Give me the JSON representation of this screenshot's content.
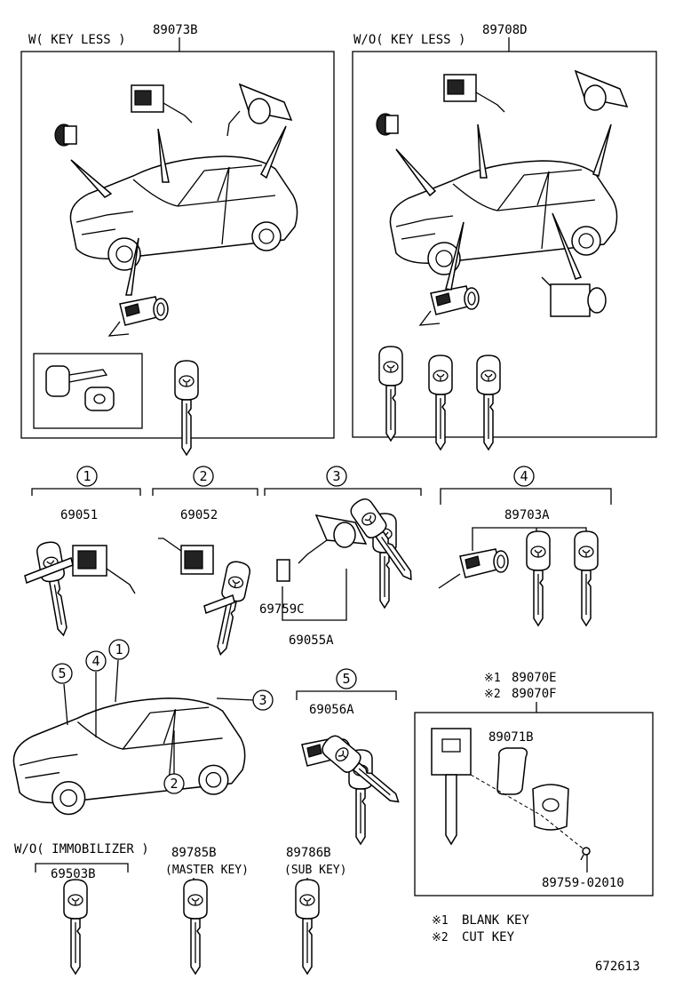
{
  "top_left": {
    "title": "W( KEY LESS )",
    "part": "89073B"
  },
  "top_right": {
    "title": "W/O( KEY LESS )",
    "part": "89708D"
  },
  "groups": [
    {
      "num": "1",
      "part": "69051"
    },
    {
      "num": "2",
      "part": "69052"
    },
    {
      "num": "3",
      "part": "69055A",
      "sub_part": "69759C"
    },
    {
      "num": "4",
      "part": "89703A"
    },
    {
      "num": "5",
      "part": "69056A"
    }
  ],
  "car_callouts": [
    "5",
    "4",
    "1",
    "3",
    "2"
  ],
  "keys_section": {
    "line1_mark": "※1",
    "line1_part": "89070E",
    "line2_mark": "※2",
    "line2_part": "89070F",
    "cover_part": "89071B",
    "screw_part": "89759-02010"
  },
  "immobilizer": {
    "title": "W/O( IMMOBILIZER )",
    "part": "69503B",
    "master_part": "89785B",
    "master_label": "(MASTER KEY)",
    "sub_part": "89786B",
    "sub_label": "(SUB KEY)"
  },
  "legend": [
    {
      "mark": "※1",
      "text": "BLANK KEY"
    },
    {
      "mark": "※2",
      "text": "CUT KEY"
    }
  ],
  "figure_number": "672613"
}
